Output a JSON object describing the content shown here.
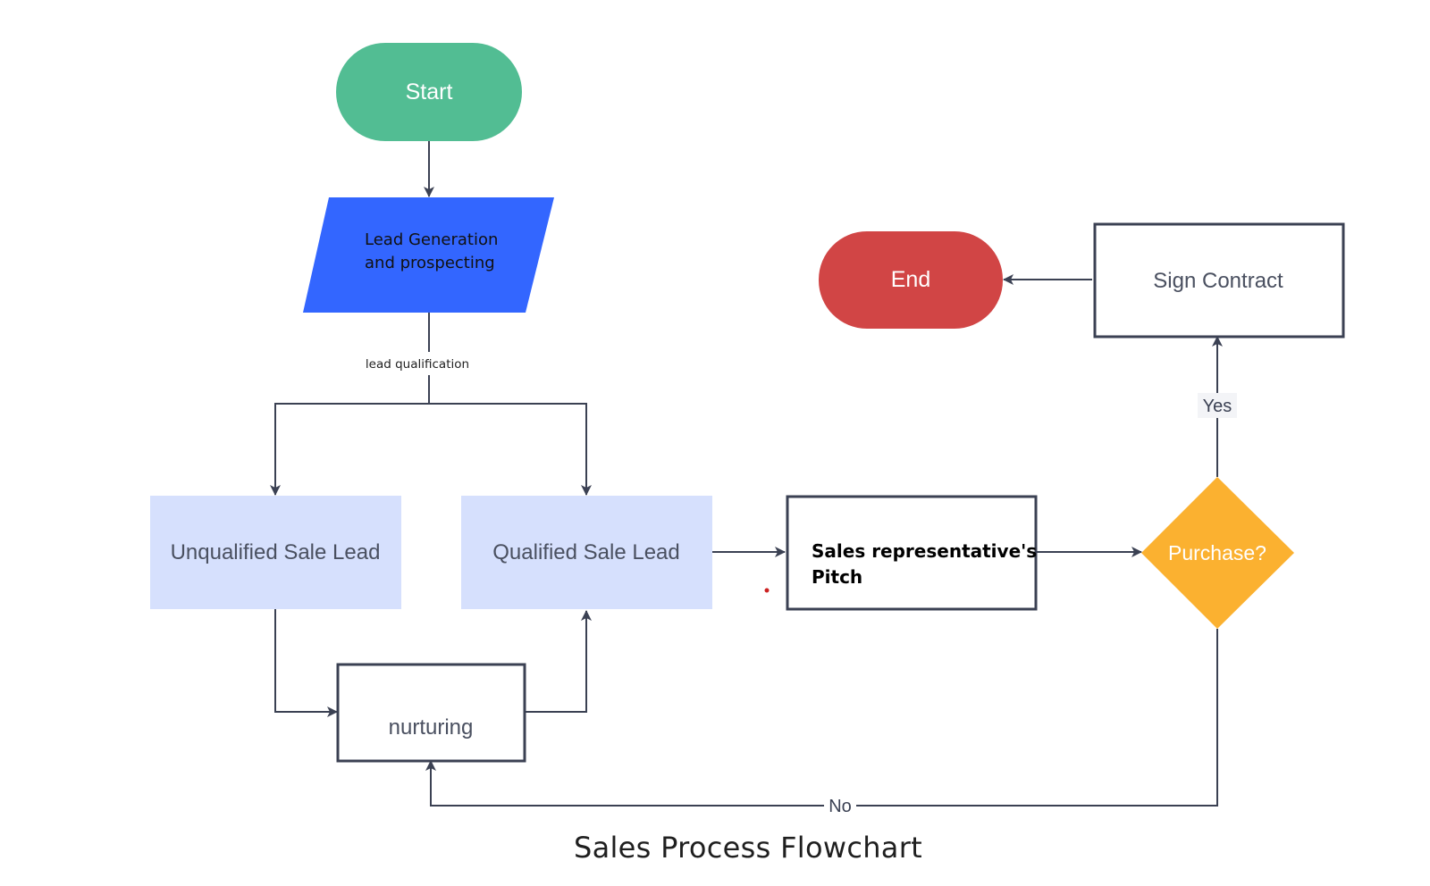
{
  "diagram": {
    "nodes": {
      "start": "Start",
      "lead_generation": [
        "Lead Generation",
        "and prospecting"
      ],
      "unqualified": "Unqualified Sale Lead",
      "qualified": "Qualified Sale Lead",
      "nurturing": "nurturing",
      "pitch": [
        "Sales representative's",
        "Pitch"
      ],
      "purchase": "Purchase?",
      "sign_contract": "Sign Contract",
      "end": "End"
    },
    "edge_labels": {
      "lead_qualification": "lead qualification",
      "yes": "Yes",
      "no": "No"
    },
    "caption": "Sales Process Flowchart"
  },
  "colors": {
    "start_fill": "#52bd93",
    "end_fill": "#d14545",
    "lead_fill": "#3366ff",
    "lead_box_fill": "#d6e0fd",
    "decision_fill": "#fbb130",
    "stroke": "#3b4153",
    "box_text": "#4a5060",
    "white": "#ffffff"
  }
}
